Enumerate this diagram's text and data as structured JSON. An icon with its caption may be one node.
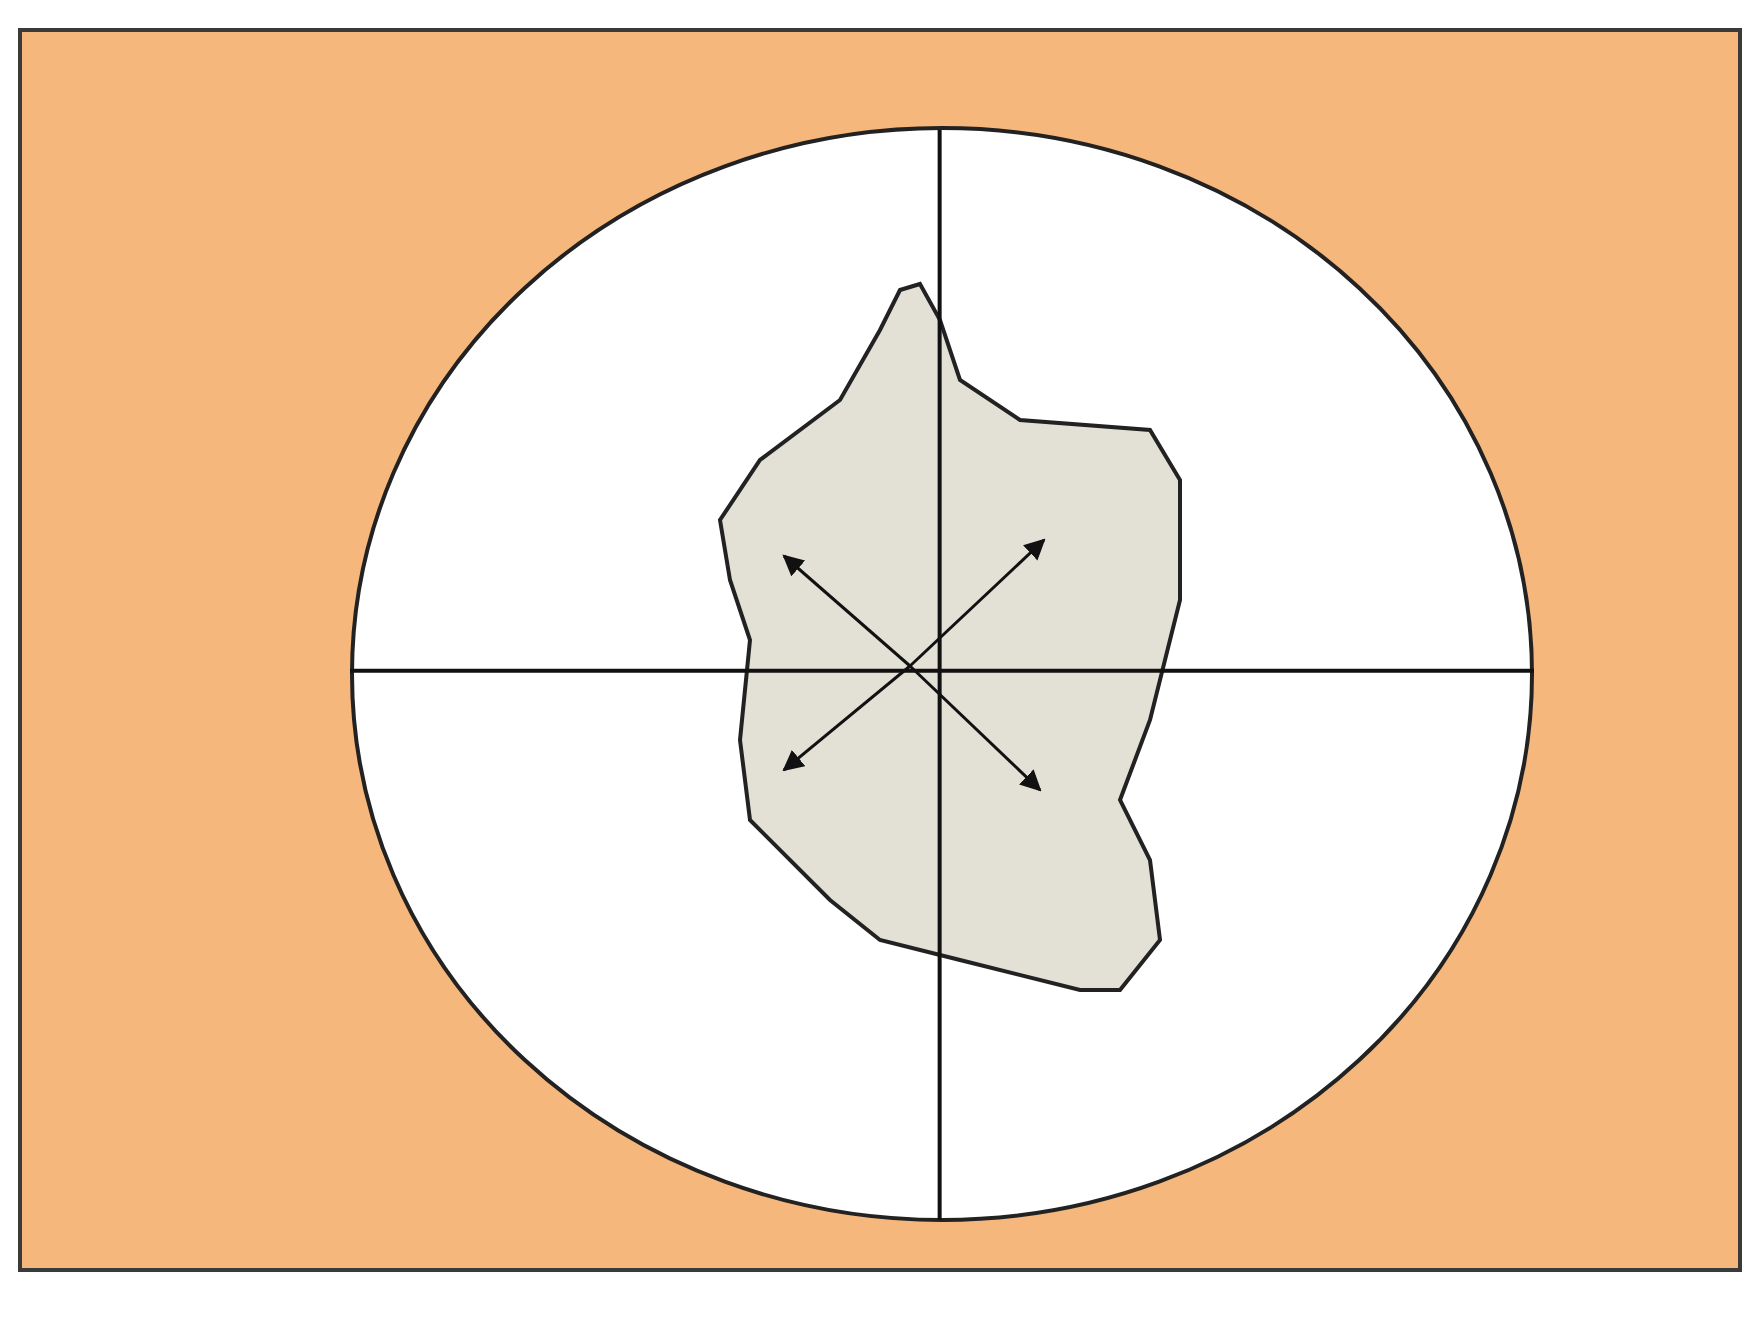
{
  "diagram": {
    "nodes": [
      {
        "text": [],
        "shape": "circle"
      },
      {
        "text": [],
        "shape": "cloud",
        "in": 0
      }
    ]
  }
}
